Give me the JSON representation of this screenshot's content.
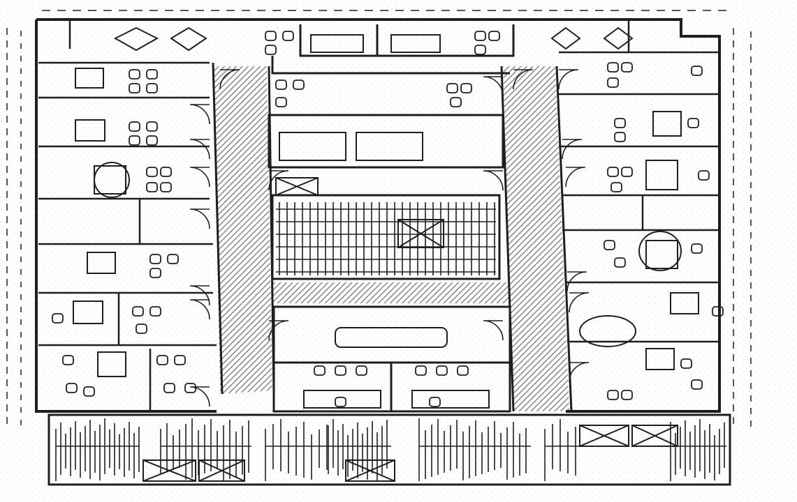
{
  "plan": {
    "colors": {
      "background": "#ffffff",
      "ink": "#1e1e1e",
      "hatch": "#6a6a6a",
      "paper_noise": "#d9d9d9"
    },
    "icon_names": [
      "wall",
      "door-swing",
      "desk",
      "chair",
      "corridor-hatch",
      "stair-x",
      "table"
    ],
    "rooms": [
      {
        "id": "nw-office",
        "kind": "office"
      },
      {
        "id": "north-center",
        "kind": "office"
      },
      {
        "id": "ne-office",
        "kind": "office"
      },
      {
        "id": "west-offices",
        "kind": "office-row"
      },
      {
        "id": "east-offices",
        "kind": "office-row"
      },
      {
        "id": "center-conference",
        "kind": "conference"
      },
      {
        "id": "center-core",
        "kind": "core"
      },
      {
        "id": "south-meeting",
        "kind": "meeting"
      },
      {
        "id": "south-strip",
        "kind": "services"
      }
    ]
  }
}
